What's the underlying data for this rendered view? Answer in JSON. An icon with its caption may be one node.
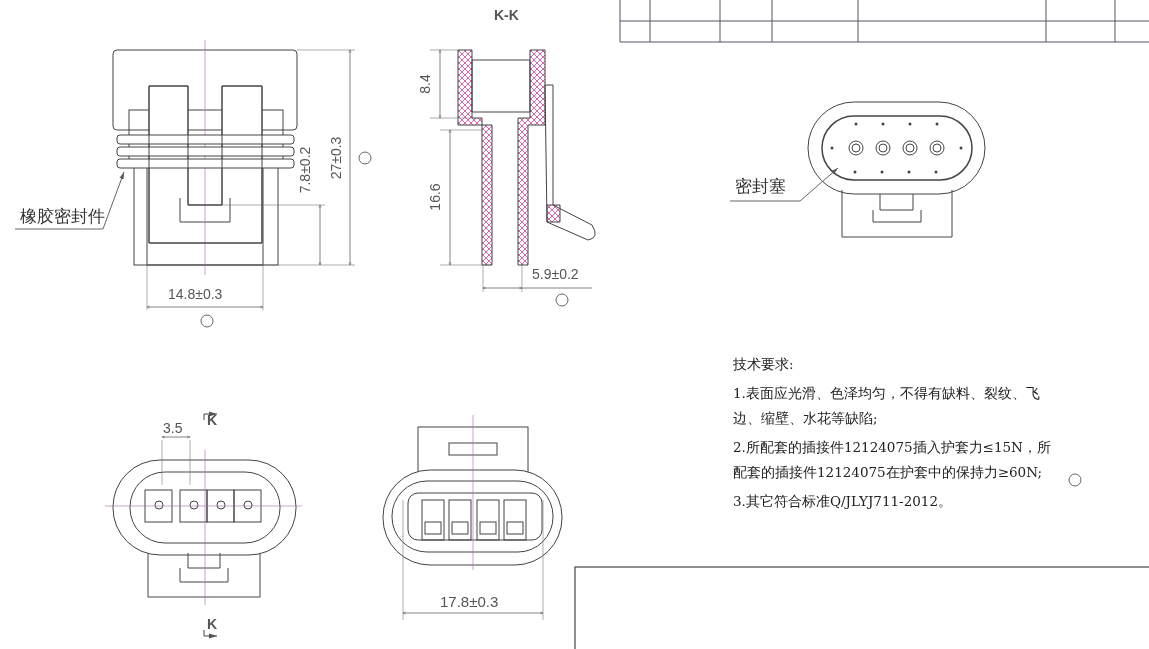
{
  "diagram": {
    "nodes": [
      {
        "text": [
          "橡胶密封件"
        ]
      },
      {
        "text": [],
        "shape": "picture"
      },
      {
        "text": [
          "密封塞"
        ]
      },
      {
        "text": [],
        "shape": "picture"
      }
    ],
    "edges": [
      {
        "from": 0,
        "to": 1,
        "arrow": "to"
      },
      {
        "from": 2,
        "to": 3,
        "arrow": "to"
      }
    ],
    "labels": [
      "K-K",
      "8.4",
      "7.8±0.2",
      "27±0.3",
      "16.6",
      "14.8±0.3",
      "5.9±0.2",
      "3.5",
      "K",
      "K",
      "17.8±0.3",
      "技术要求:",
      "1.表面应光滑、色泽均匀，不得有缺料、裂纹、飞边、缩壁、水花等缺陷;",
      "2.所配套的插接件12124075插入护套力≤15N，所配套的插接件12124075在护套中的保持力≥60N;",
      "3.其它符合标准Q/JLYJ711-2012。"
    ]
  }
}
